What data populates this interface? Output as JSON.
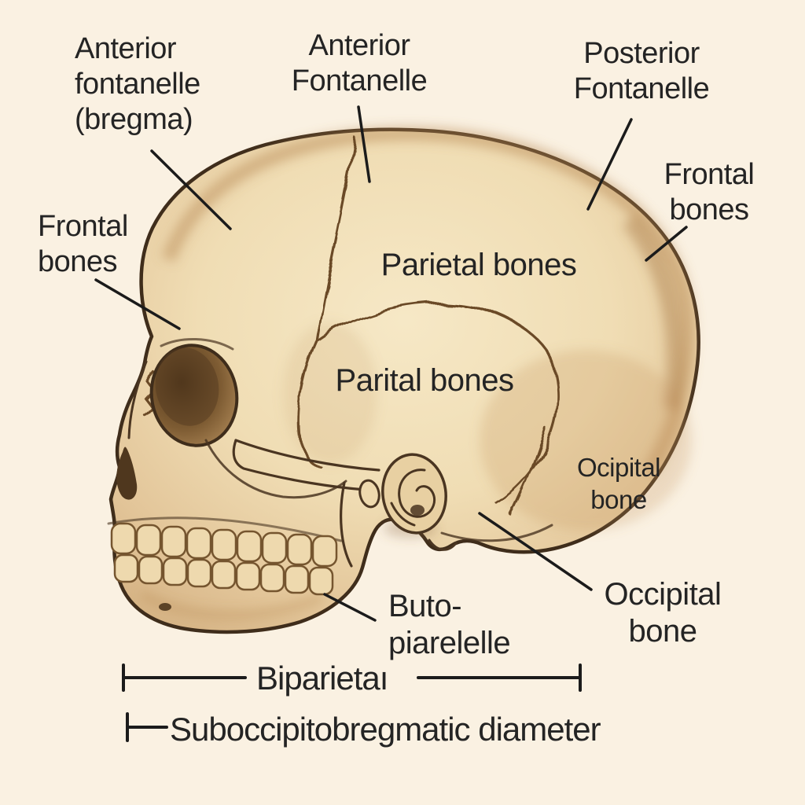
{
  "figure": {
    "type": "anatomical-diagram",
    "subject_visible_text_only": true
  },
  "labels": {
    "anterior_fontanelle_bregma": "Anterior\nfontanelle\n(bregma)",
    "anterior_fontanelle": "Anterior\nFontanelle",
    "posterior_fontanelle": "Posterior\nFontanelle",
    "frontal_bones_right": "Frontal\nbones",
    "frontal_bones_left": "Frontal\nbones",
    "parietal_bones": "Parietal bones",
    "parital_bones": "Parital bones",
    "ocipital_bone": "Ocipital\nbone",
    "occipital_bone": "Occipital\nbone",
    "buto_piarelelle": "Buto-\npiarelelle",
    "biparietal": "Biparietaı",
    "suboccipitobregmatic": "Suboccipitobregmatic diameter"
  },
  "colors": {
    "background": "#FAF1E2",
    "skull_light": "#F4E5C2",
    "skull_mid": "#E9D4A9",
    "skull_shade": "#C79E6C",
    "outline": "#3F2D1B",
    "suture": "#6B4A28",
    "annotation_line": "#1B1B1B",
    "label_text": "#242424"
  }
}
